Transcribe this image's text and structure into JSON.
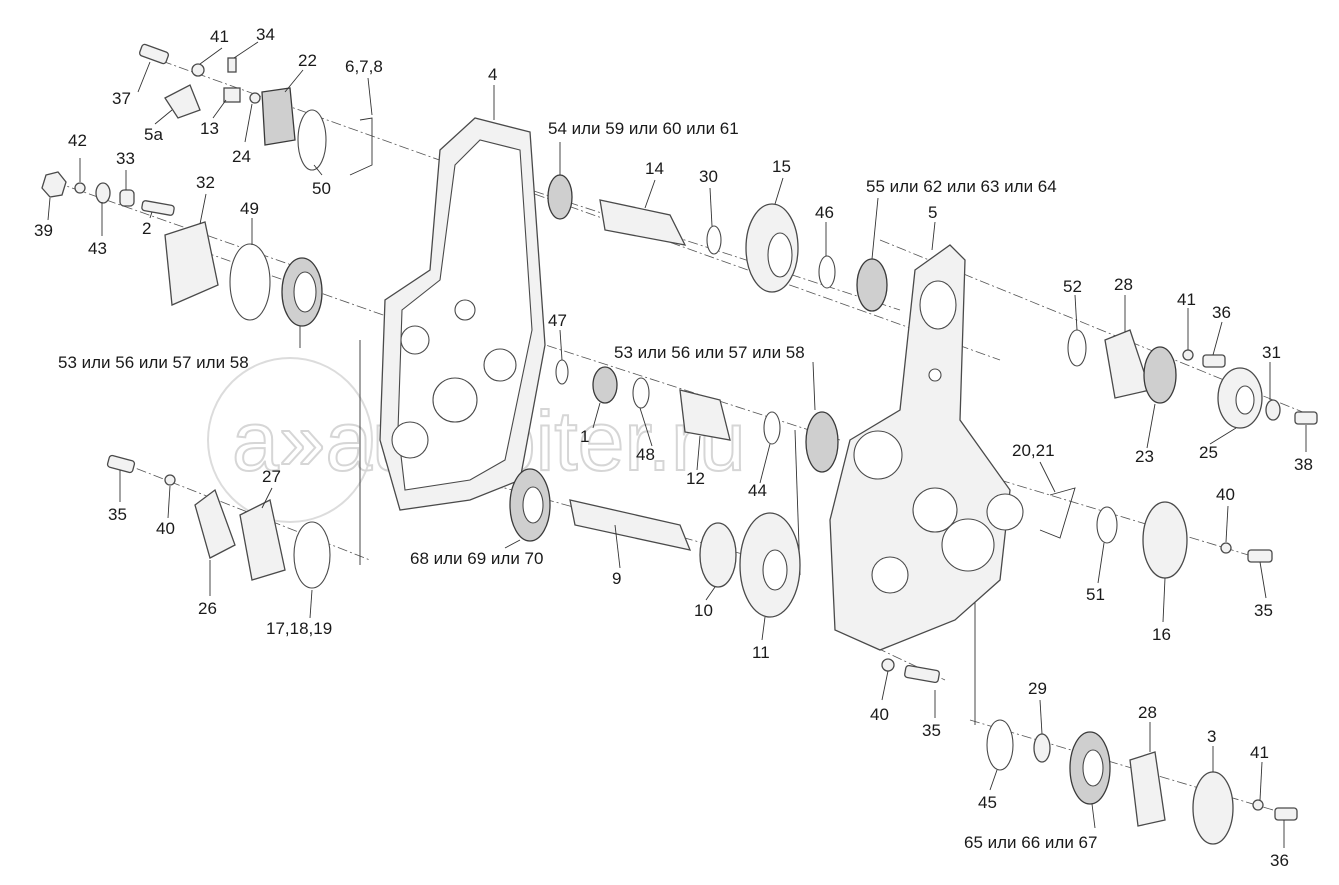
{
  "title": "Exploded view parts diagram",
  "watermark": "a»autopiter.ru",
  "labels": {
    "l41a": "41",
    "l34": "34",
    "l22": "22",
    "l678": "6,7,8",
    "l4": "4",
    "l37": "37",
    "l5a": "5a",
    "l13": "13",
    "l24": "24",
    "l50": "50",
    "l42": "42",
    "l33": "33",
    "l32": "32",
    "l49": "49",
    "l39": "39",
    "l43": "43",
    "l2": "2",
    "l54": "54 или 59 или 60 или 61",
    "l14": "14",
    "l30": "30",
    "l15": "15",
    "l46": "46",
    "l55": "55 или 62 или 63 или 64",
    "l5": "5",
    "l52": "52",
    "l28a": "28",
    "l41b": "41",
    "l36a": "36",
    "l31": "31",
    "l53a": "53 или 56 или 57 или 58",
    "l47": "47",
    "l53b": "53 или 56 или 57 или 58",
    "l1": "1",
    "l48": "48",
    "l12": "12",
    "l44": "44",
    "l2021": "20,21",
    "l23": "23",
    "l25": "25",
    "l38": "38",
    "l35a": "35",
    "l40a": "40",
    "l27": "27",
    "l26": "26",
    "l171819": "17,18,19",
    "l68": "68 или 69 или 70",
    "l9": "9",
    "l10": "10",
    "l11": "11",
    "l51": "51",
    "l16": "16",
    "l40b": "40",
    "l35b": "35",
    "l40c": "40",
    "l35c": "35",
    "l45": "45",
    "l29": "29",
    "l28b": "28",
    "l3": "3",
    "l41c": "41",
    "l36b": "36",
    "l65": "65 или 66 или 67"
  }
}
